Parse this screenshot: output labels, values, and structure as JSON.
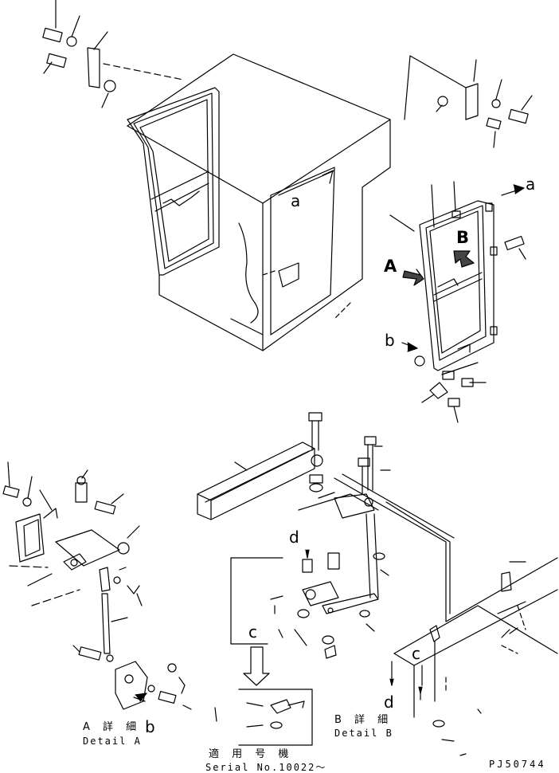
{
  "diagram": {
    "labels": {
      "view_a": "A",
      "view_b": "B",
      "ref_a_cab": "a",
      "ref_a_door": "a",
      "ref_b_door": "b",
      "ref_b_detail": "b",
      "ref_c_left": "c",
      "ref_c_right": "c",
      "ref_d_left": "d",
      "ref_d_right": "d"
    },
    "detail_a": {
      "jp": "A 詳 細",
      "en": "Detail A"
    },
    "detail_b": {
      "jp": "B 詳 細",
      "en": "Detail B"
    },
    "serial": {
      "jp": "適 用 号 機",
      "en": "Serial No.10022〜"
    },
    "drawing_code": "PJ50744"
  }
}
